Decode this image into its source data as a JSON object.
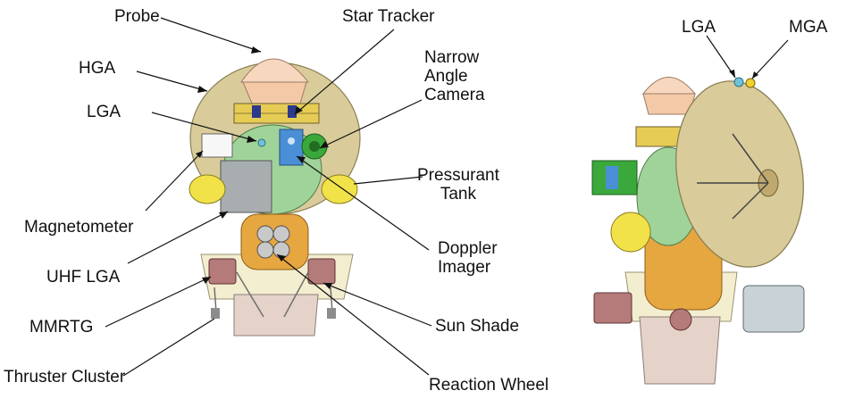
{
  "labels": {
    "probe": "Probe",
    "hga": "HGA",
    "lga_left": "LGA",
    "magnetometer": "Magnetometer",
    "uhf_lga": "UHF LGA",
    "mmrtg": "MMRTG",
    "thruster_cluster": "Thruster Cluster",
    "star_tracker": "Star Tracker",
    "narrow_angle_camera": [
      "Narrow",
      "Angle",
      "Camera"
    ],
    "pressurant_tank": [
      "Pressurant",
      "Tank"
    ],
    "doppler_imager": [
      "Doppler",
      "Imager"
    ],
    "sun_shade": "Sun Shade",
    "reaction_wheel": "Reaction Wheel",
    "lga_right": "LGA",
    "mga": "MGA"
  },
  "colors": {
    "hga_dish": "#d9cc9a",
    "probe": "#f4c9a8",
    "tank_yellow": "#f2e24a",
    "propellant_tank": "#e6a640",
    "green_body": "#9fd39a",
    "mmrtg": "#b57a7a",
    "magnetometer_box": "#a8adb0",
    "camera_green": "#3aa83a",
    "doppler_blue": "#4a8fd6"
  }
}
